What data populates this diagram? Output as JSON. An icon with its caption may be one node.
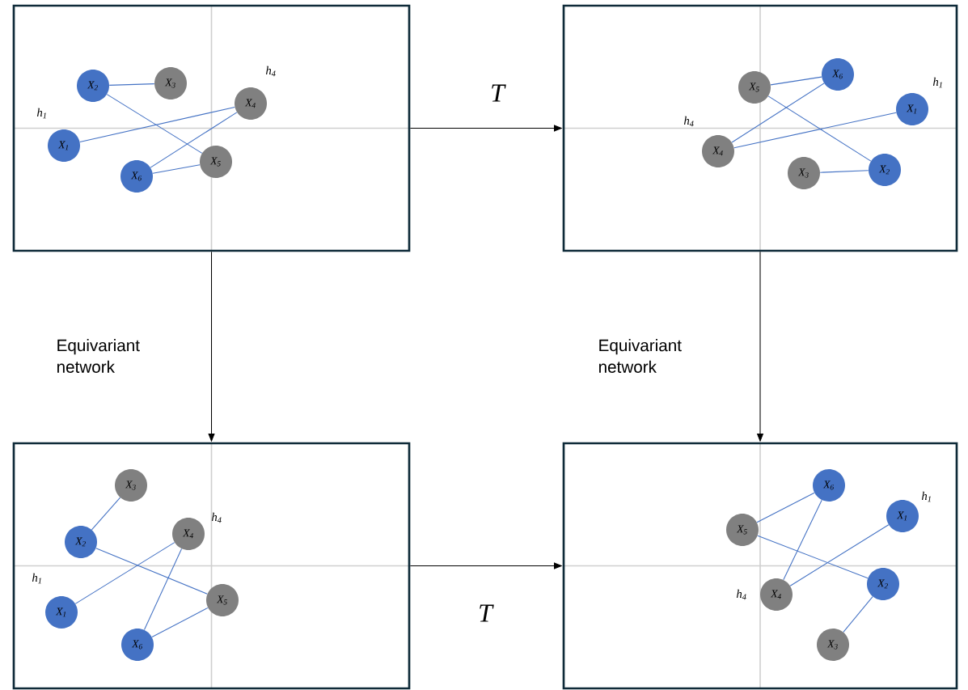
{
  "diagram": {
    "nodes": [
      {
        "text": [],
        "shape": "box"
      },
      {
        "text": [],
        "shape": "box"
      },
      {
        "text": [],
        "shape": "box"
      },
      {
        "text": [],
        "shape": "box"
      },
      {
        "text": [
          "X$_{1}$"
        ],
        "in": 0,
        "beside": [
          "h$_{1}$"
        ]
      },
      {
        "text": [
          "X$_{2}$"
        ],
        "in": 0
      },
      {
        "text": [
          "X$_{3}$"
        ],
        "in": 0
      },
      {
        "text": [
          "X$_{4}$"
        ],
        "in": 0,
        "beside": [
          "h$_{4}$"
        ]
      },
      {
        "text": [
          "X$_{5}$"
        ],
        "in": 0
      },
      {
        "text": [
          "X$_{6}$"
        ],
        "in": 0
      },
      {
        "text": [
          "X$_{1}$"
        ],
        "in": 1,
        "beside": [
          "h$_{1}$"
        ]
      },
      {
        "text": [
          "X$_{2}$"
        ],
        "in": 1
      },
      {
        "text": [
          "X$_{3}$"
        ],
        "in": 1
      },
      {
        "text": [
          "X$_{4}$"
        ],
        "in": 1,
        "beside": [
          "h$_{4}$"
        ]
      },
      {
        "text": [
          "X$_{5}$"
        ],
        "in": 1
      },
      {
        "text": [
          "X$_{6}$"
        ],
        "in": 1
      },
      {
        "text": [
          "X$_{1}$"
        ],
        "in": 2,
        "beside": [
          "h$_{1}$"
        ]
      },
      {
        "text": [
          "X$_{2}$"
        ],
        "in": 2
      },
      {
        "text": [
          "X$_{3}$"
        ],
        "in": 2
      },
      {
        "text": [
          "X$_{4}$"
        ],
        "in": 2,
        "beside": [
          "h$_{4}$"
        ]
      },
      {
        "text": [
          "X$_{5}$"
        ],
        "in": 2
      },
      {
        "text": [
          "X$_{6}$"
        ],
        "in": 2
      },
      {
        "text": [
          "X$_{1}$"
        ],
        "in": 3,
        "beside": [
          "h$_{1}$"
        ]
      },
      {
        "text": [
          "X$_{2}$"
        ],
        "in": 3
      },
      {
        "text": [
          "X$_{3}$"
        ],
        "in": 3
      },
      {
        "text": [
          "X$_{4}$"
        ],
        "in": 3,
        "beside": [
          "h$_{4}$"
        ]
      },
      {
        "text": [
          "X$_{5}$"
        ],
        "in": 3
      },
      {
        "text": [
          "X$_{6}$"
        ],
        "in": 3
      }
    ],
    "edges": [
      {
        "from": 0,
        "to": 1,
        "arrow": "to",
        "label": "T",
        "color": "#000000"
      },
      {
        "from": 0,
        "to": 2,
        "arrow": "to",
        "label": "Equivariant network",
        "color": "#000000"
      },
      {
        "from": 1,
        "to": 3,
        "arrow": "to",
        "label": "Equivariant network",
        "color": "#000000"
      },
      {
        "from": 2,
        "to": 3,
        "arrow": "to",
        "label": "T",
        "color": "#000000"
      },
      {
        "from": 5,
        "to": 6,
        "arrow": "none"
      },
      {
        "from": 5,
        "to": 8,
        "arrow": "none"
      },
      {
        "from": 4,
        "to": 7,
        "arrow": "none"
      },
      {
        "from": 9,
        "to": 7,
        "arrow": "none"
      },
      {
        "from": 9,
        "to": 8,
        "arrow": "none"
      },
      {
        "from": 14,
        "to": 15,
        "arrow": "none"
      },
      {
        "from": 14,
        "to": 11,
        "arrow": "none"
      },
      {
        "from": 13,
        "to": 15,
        "arrow": "none"
      },
      {
        "from": 13,
        "to": 10,
        "arrow": "none"
      },
      {
        "from": 12,
        "to": 11,
        "arrow": "none"
      },
      {
        "from": 18,
        "to": 17,
        "arrow": "none"
      },
      {
        "from": 17,
        "to": 20,
        "arrow": "none"
      },
      {
        "from": 16,
        "to": 19,
        "arrow": "none"
      },
      {
        "from": 19,
        "to": 21,
        "arrow": "none"
      },
      {
        "from": 21,
        "to": 20,
        "arrow": "none"
      },
      {
        "from": 26,
        "to": 27,
        "arrow": "none"
      },
      {
        "from": 27,
        "to": 25,
        "arrow": "none"
      },
      {
        "from": 25,
        "to": 22,
        "arrow": "none"
      },
      {
        "from": 26,
        "to": 23,
        "arrow": "none"
      },
      {
        "from": 23,
        "to": 24,
        "arrow": "none"
      }
    ]
  }
}
